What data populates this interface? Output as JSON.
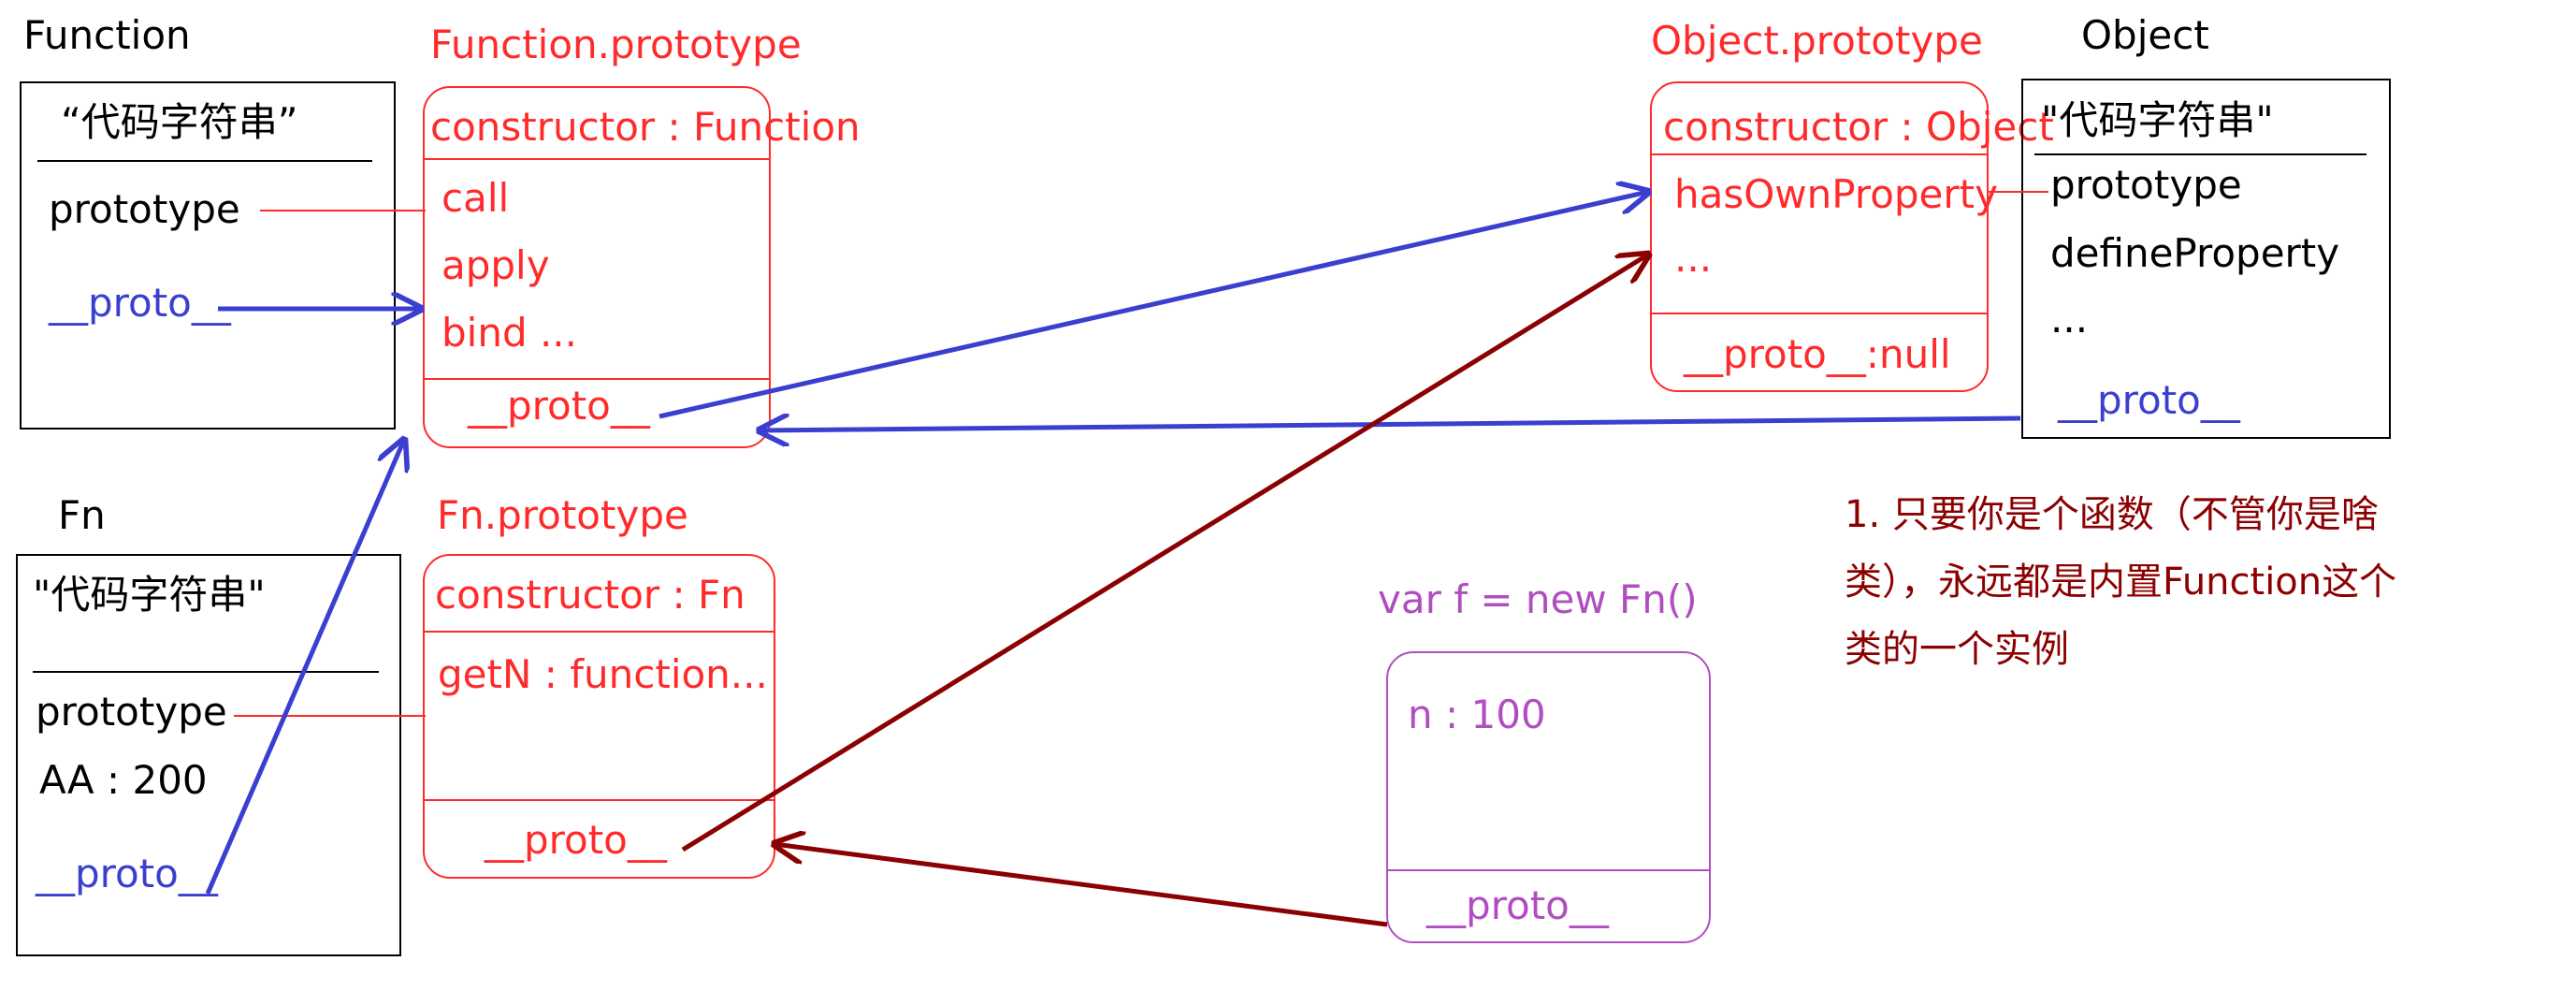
{
  "function": {
    "title": "Function",
    "code": "“代码字符串”",
    "prototype": "prototype",
    "proto": "__proto__"
  },
  "function_prototype": {
    "title": "Function.prototype",
    "constructor": "constructor : Function",
    "call": "call",
    "apply": "apply",
    "bind": "bind ...",
    "proto": "__proto__"
  },
  "object_prototype": {
    "title": "Object.prototype",
    "constructor": "constructor : Object",
    "has_own_property": "hasOwnProperty",
    "ellipsis": "...",
    "proto": "__proto__:null"
  },
  "object": {
    "title": "Object",
    "code": "\"代码字符串\"",
    "prototype": "prototype",
    "define_property": "defineProperty",
    "ellipsis": "...",
    "proto": "__proto__"
  },
  "fn": {
    "title": "Fn",
    "code": "\"代码字符串\"",
    "prototype": "prototype",
    "aa": "AA : 200",
    "proto": "__proto__"
  },
  "fn_prototype": {
    "title": "Fn.prototype",
    "constructor": "constructor : Fn",
    "get_n": "getN : function...",
    "proto": "__proto__"
  },
  "instance": {
    "title": "var f = new Fn()",
    "n": "n : 100",
    "proto": "__proto__"
  },
  "note": {
    "line1": "1. 只要你是个函数（不管你是啥",
    "line2": "类），永远都是内置Function这个",
    "line3": "类的一个实例"
  },
  "colors": {
    "black": "#000000",
    "red": "#ff2a2a",
    "blue": "#3a3fd0",
    "dark_red": "#8b0000",
    "purple": "#b04ec0"
  }
}
